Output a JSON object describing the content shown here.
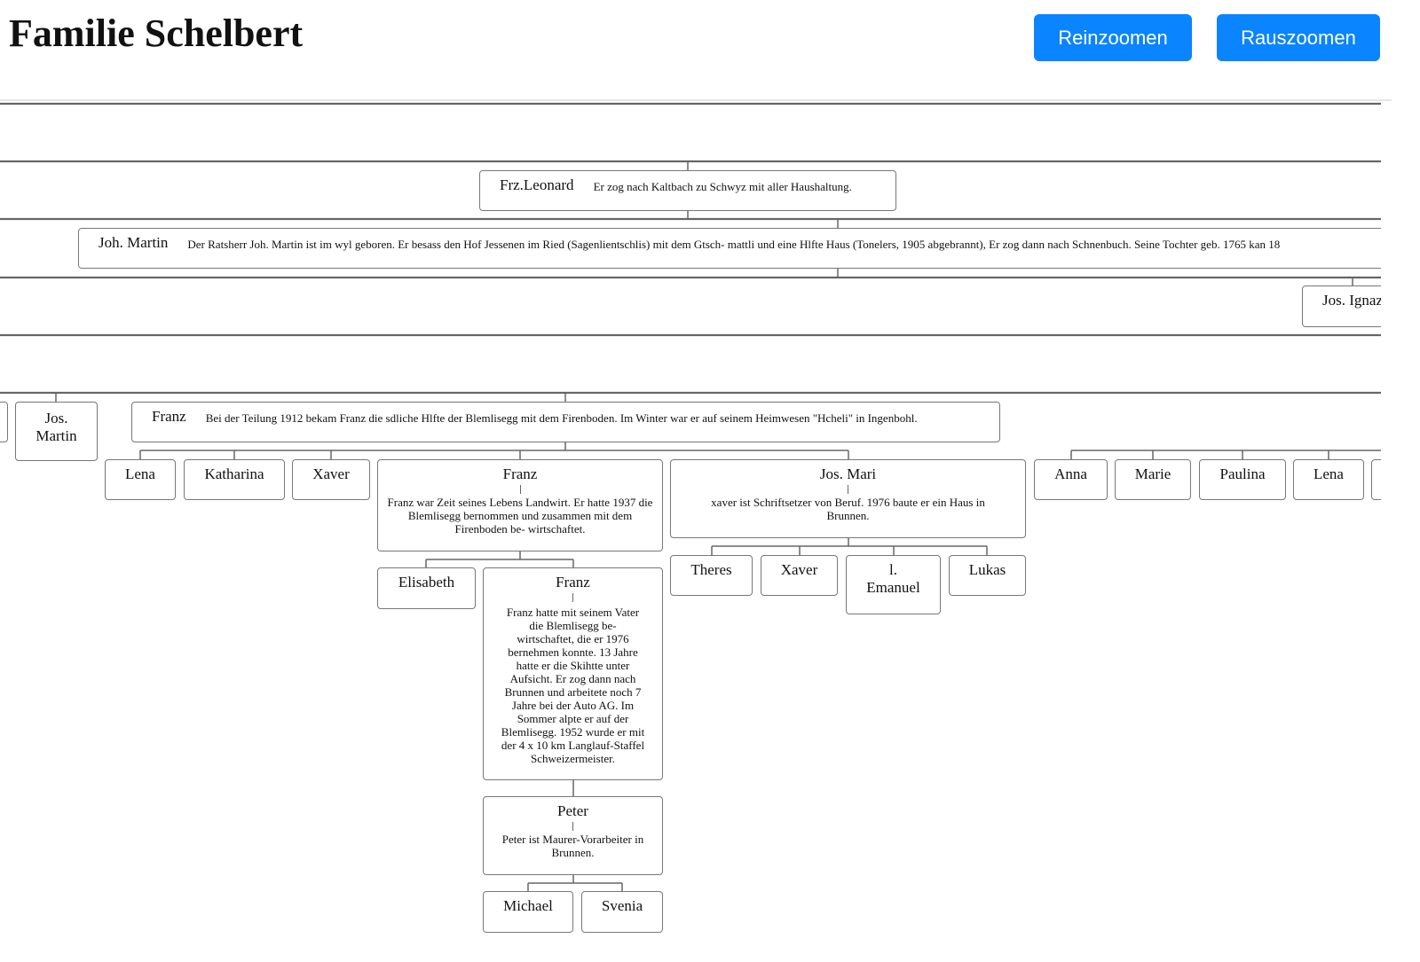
{
  "header": {
    "title": "Familie Schelbert",
    "zoom_in": "Reinzoomen",
    "zoom_out": "Rauszoomen"
  },
  "colors": {
    "button": "#0a84ff",
    "line": "#666666"
  },
  "nodes": {
    "frz_leonard": {
      "name": "Frz.Leonard",
      "text": "Er zog nach Kaltbach zu Schwyz mit aller Haushaltung."
    },
    "joh_martin": {
      "name": "Joh. Martin",
      "text": "Der Ratsherr Joh. Martin ist im wyl geboren. Er besass den Hof Jessenen im Ried (Sagenlientschlis) mit dem Gtsch- mattli und eine Hlfte Haus (Tonelers, 1905 abgebrannt), Er zog dann nach Schnenbuch. Seine Tochter geb. 1765 kan 18"
    },
    "jos_ignaz": {
      "name": "Jos. Ignaz"
    },
    "jos_martin": {
      "name": "Jos. Martin"
    },
    "franz1": {
      "name": "Franz",
      "text": "Bei der Teilung 1912 bekam Franz die sdliche Hlfte der Blemlisegg mit dem Firenboden. Im Winter war er auf seinem Heimwesen \"Hcheli\" in Ingenbohl."
    },
    "children": [
      {
        "name": "Lena"
      },
      {
        "name": "Katharina"
      },
      {
        "name": "Xaver"
      },
      {
        "name": "Franz",
        "text": "Franz war Zeit seines Lebens Landwirt. Er hatte 1937 die Blemlisegg bernommen und zusammen mit dem Firenboden be- wirtschaftet."
      },
      {
        "name": "Jos. Mari",
        "text": "xaver ist Schriftsetzer von Beruf. 1976 baute er ein Haus in Brunnen."
      },
      {
        "name": "Anna"
      },
      {
        "name": "Marie"
      },
      {
        "name": "Paulina"
      },
      {
        "name": "Lena"
      }
    ],
    "elisabeth": {
      "name": "Elisabeth"
    },
    "franz3": {
      "name": "Franz",
      "text": "Franz hatte mit seinem Vater die Blemlisegg be- wirtschaftet, die er 1976 bernehmen konnte. 13 Jahre hatte er die Skihtte unter Aufsicht. Er zog dann nach Brunnen und arbeitete noch 7 Jahre bei der Auto AG. Im Sommer alpte er auf der Blemlisegg. 1952 wurde er mit der 4 x 10 km Langlauf-Staffel Schweizermeister."
    },
    "josmari_children": [
      {
        "name": "Theres"
      },
      {
        "name": "Xaver"
      },
      {
        "name": "l. Emanuel"
      },
      {
        "name": "Lukas"
      }
    ],
    "peter": {
      "name": "Peter",
      "text": "Peter ist Maurer-Vorarbeiter in Brunnen."
    },
    "peter_children": [
      {
        "name": "Michael"
      },
      {
        "name": "Svenia"
      }
    ]
  }
}
